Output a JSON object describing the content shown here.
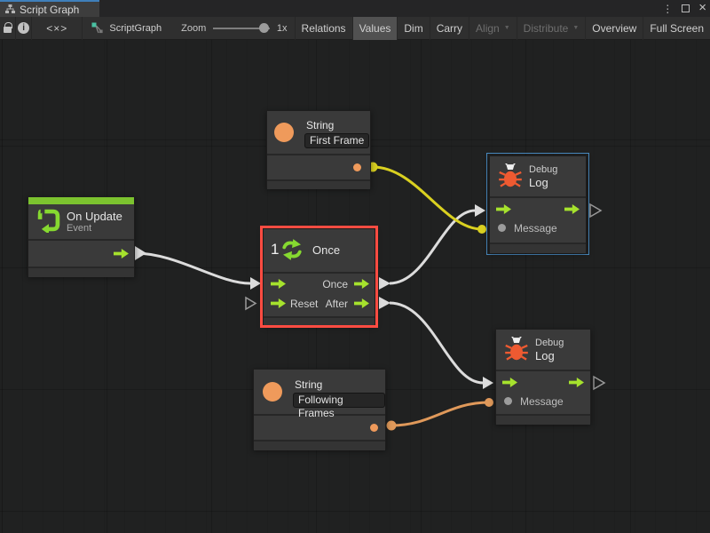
{
  "window": {
    "tab": "Script Graph",
    "menu_glyph": "⋮",
    "close_glyph": "×"
  },
  "toolbar": {
    "info_glyph": "i",
    "code_glyph": "<×>",
    "graph_name": "ScriptGraph",
    "zoom_label": "Zoom",
    "zoom_value": "1x",
    "caret": "▼",
    "buttons": [
      {
        "label": "Relations",
        "state": "normal"
      },
      {
        "label": "Values",
        "state": "active"
      },
      {
        "label": "Dim",
        "state": "normal"
      },
      {
        "label": "Carry",
        "state": "normal"
      },
      {
        "label": "Align",
        "state": "disabled"
      },
      {
        "label": "Distribute",
        "state": "disabled"
      },
      {
        "label": "Overview",
        "state": "normal"
      },
      {
        "label": "Full Screen",
        "state": "normal"
      }
    ]
  },
  "nodes": {
    "on_update": {
      "title": "On Update",
      "subtitle": "Event"
    },
    "string_first": {
      "title": "String",
      "value": "First Frame"
    },
    "once": {
      "count": "1",
      "title": "Once",
      "out1": "Once",
      "in2": "Reset",
      "out2": "After"
    },
    "debug_top": {
      "title": "Debug",
      "subtitle": "Log",
      "port": "Message"
    },
    "string_following": {
      "title": "String",
      "value": "Following Frames"
    },
    "debug_bottom": {
      "title": "Debug",
      "subtitle": "Log",
      "port": "Message"
    }
  },
  "colors": {
    "tab_accent_blue": "#3f7fba",
    "selection_red": "#ff4c42",
    "selection_blue": "#4a8cc2",
    "flow_green": "#a6e22d",
    "event_green_bar": "#7cc32f",
    "value_orange": "#ef9a5b",
    "wire_yellow": "#d9d020",
    "wire_orange": "#e0995a",
    "wire_white": "#dcdcdc",
    "bug_orange": "#ee5a31"
  }
}
